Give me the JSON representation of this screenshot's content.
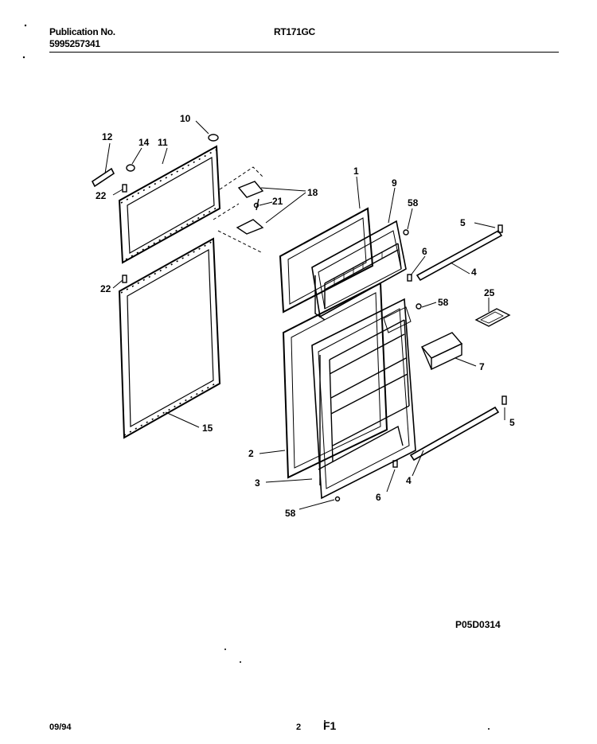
{
  "header": {
    "publication_label": "Publication No.",
    "publication_number": "5995257341",
    "model": "RT171GC"
  },
  "diagram_ref": "P05D0314",
  "footer": {
    "date": "09/94",
    "page": "2",
    "section": "F1"
  },
  "callouts": {
    "c12": "12",
    "c14": "14",
    "c11": "11",
    "c10": "10",
    "c22a": "22",
    "c22b": "22",
    "c18": "18",
    "c21": "21",
    "c1": "1",
    "c9": "9",
    "c58a": "58",
    "c5a": "5",
    "c6a": "6",
    "c4a": "4",
    "c58b": "58",
    "c25": "25",
    "c7": "7",
    "c15": "15",
    "c5b": "5",
    "c2": "2",
    "c3": "3",
    "c6b": "6",
    "c4b": "4",
    "c58c": "58"
  }
}
